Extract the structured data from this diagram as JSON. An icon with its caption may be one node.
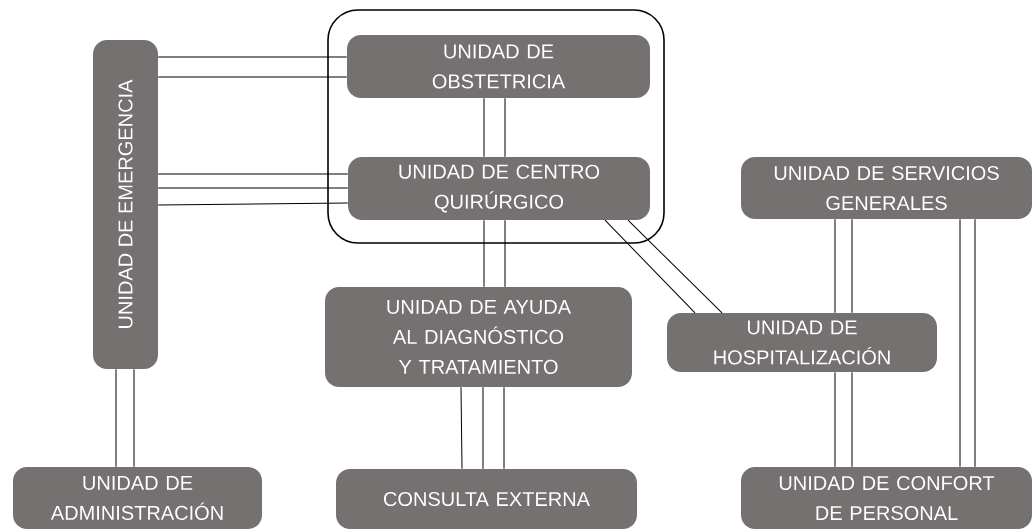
{
  "diagram": {
    "nodes": [
      {
        "text": [],
        "shape": "box"
      },
      {
        "text": [
          "UNIDAD DE OBSTETRICIA"
        ],
        "in": 0
      },
      {
        "text": [
          "UNIDAD DE CENTRO QUIRÚRGICO"
        ],
        "in": 0
      },
      {
        "text": [
          "UNIDAD DE EMERGENCIA"
        ]
      },
      {
        "text": [
          "UNIDAD DE SERVICIOS GENERALES"
        ]
      },
      {
        "text": [
          "UNIDAD DE AYUDA AL DIAGNÓSTICO Y TRATAMIENTO"
        ]
      },
      {
        "text": [
          "UNIDAD DE HOSPITALIZACIÓN"
        ]
      },
      {
        "text": [
          "UNIDAD DE ADMINISTRACIÓN"
        ]
      },
      {
        "text": [
          "CONSULTA EXTERNA"
        ]
      },
      {
        "text": [
          "UNIDAD DE CONFORT DE PERSONAL"
        ]
      }
    ],
    "edges": [
      {
        "from": 3,
        "to": 1,
        "arrow": "none"
      },
      {
        "from": 3,
        "to": 1,
        "arrow": "none"
      },
      {
        "from": 3,
        "to": 2,
        "arrow": "none"
      },
      {
        "from": 3,
        "to": 2,
        "arrow": "none"
      },
      {
        "from": 3,
        "to": 2,
        "arrow": "none"
      },
      {
        "from": 1,
        "to": 2,
        "arrow": "none"
      },
      {
        "from": 1,
        "to": 2,
        "arrow": "none"
      },
      {
        "from": 2,
        "to": 5,
        "arrow": "none"
      },
      {
        "from": 2,
        "to": 5,
        "arrow": "none"
      },
      {
        "from": 2,
        "to": 6,
        "arrow": "none"
      },
      {
        "from": 2,
        "to": 6,
        "arrow": "none"
      },
      {
        "from": 4,
        "to": 6,
        "arrow": "none"
      },
      {
        "from": 4,
        "to": 6,
        "arrow": "none"
      },
      {
        "from": 4,
        "to": 9,
        "arrow": "none"
      },
      {
        "from": 4,
        "to": 9,
        "arrow": "none"
      },
      {
        "from": 6,
        "to": 9,
        "arrow": "none"
      },
      {
        "from": 6,
        "to": 9,
        "arrow": "none"
      },
      {
        "from": 3,
        "to": 7,
        "arrow": "none"
      },
      {
        "from": 3,
        "to": 7,
        "arrow": "none"
      },
      {
        "from": 5,
        "to": 8,
        "arrow": "none"
      },
      {
        "from": 5,
        "to": 8,
        "arrow": "none"
      },
      {
        "from": 5,
        "to": 8,
        "arrow": "none"
      }
    ]
  }
}
